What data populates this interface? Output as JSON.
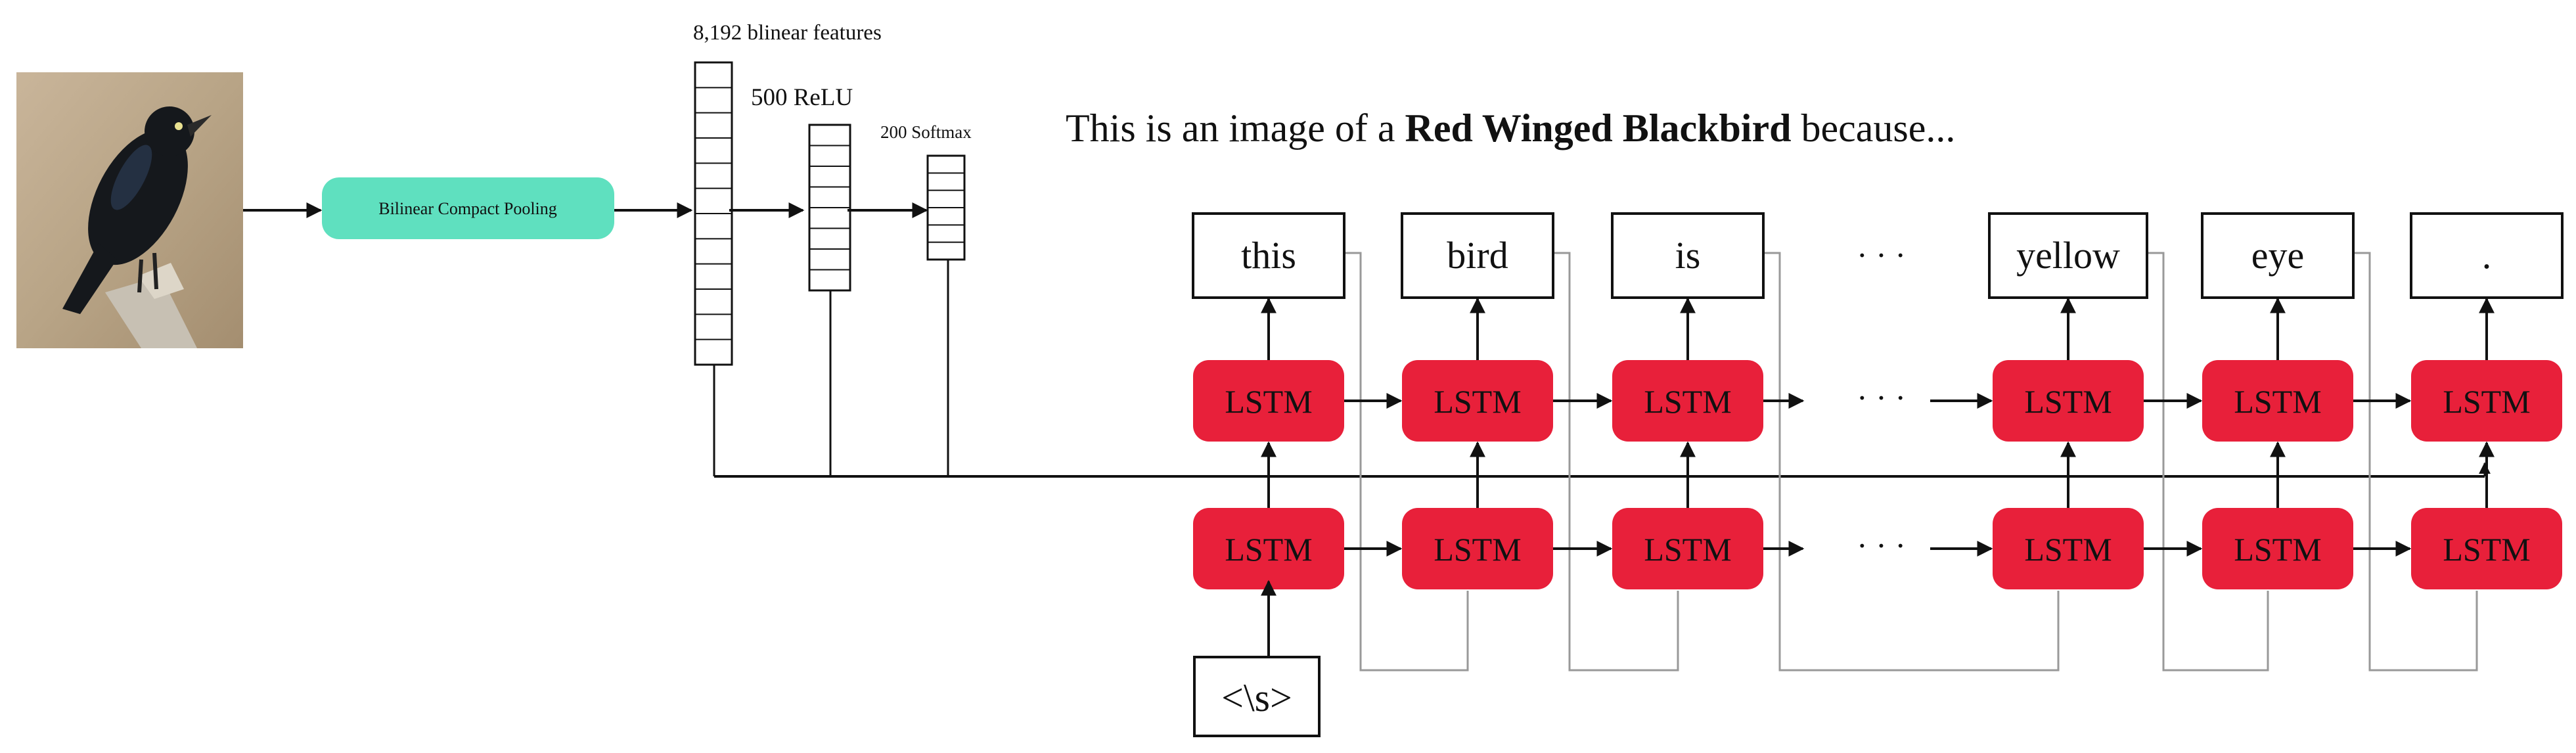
{
  "input_image": {
    "subject": "bird-photo"
  },
  "pooling": {
    "label": "Bilinear Compact Pooling",
    "color": "#5fe0bf"
  },
  "layers": [
    {
      "label": "8,192 blinear features",
      "cells": 12
    },
    {
      "label": "500 ReLU",
      "cells": 8
    },
    {
      "label": "200 Softmax",
      "cells": 6
    }
  ],
  "caption": {
    "prefix": "This is an image of a ",
    "emphasis": "Red Winged Blackbird",
    "suffix": " because..."
  },
  "lstm": {
    "label": "LSTM",
    "color": "#e8203a"
  },
  "ellipsis": "· · ·",
  "output_words": [
    "this",
    "bird",
    "is",
    "yellow",
    "eye",
    "."
  ],
  "start_token": "<\\s>"
}
